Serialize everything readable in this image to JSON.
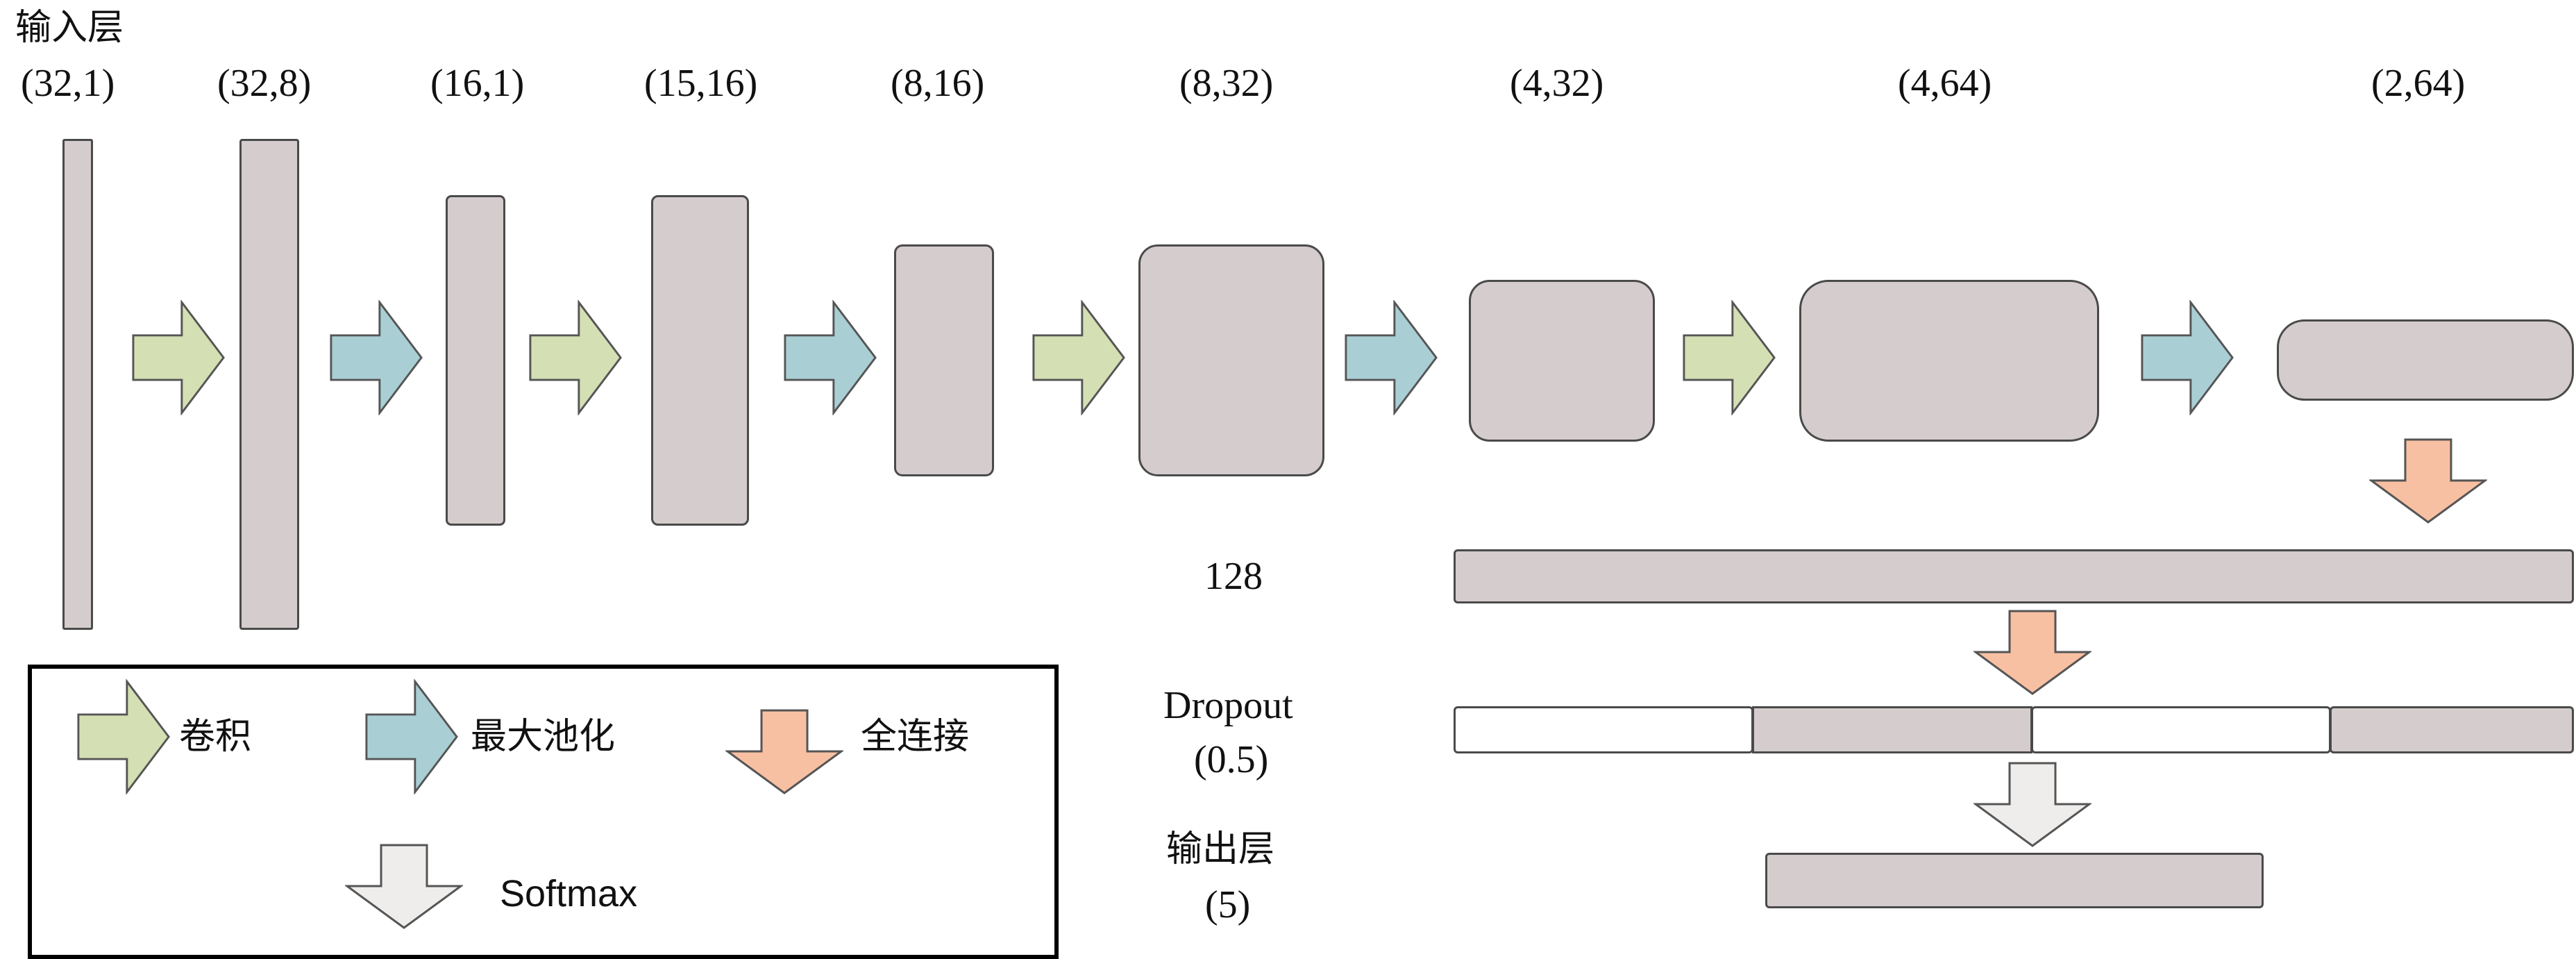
{
  "input_label": "输入层",
  "layer_shapes": [
    "(32,1)",
    "(32,8)",
    "(16,1)",
    "(15,16)",
    "(8,16)",
    "(8,32)",
    "(4,32)",
    "(4,64)",
    "(2,64)"
  ],
  "fc_label": "128",
  "dropout_label": "Dropout",
  "dropout_rate": "(0.5)",
  "output_label": "输出层",
  "output_size": "(5)",
  "legend": {
    "conv": "卷积",
    "maxpool": "最大池化",
    "fc": "全连接",
    "softmax": "Softmax"
  },
  "colors": {
    "conv": "#d4dfb4",
    "maxpool": "#a9cfd4",
    "fc": "#f8c0a2",
    "softmax": "#efedeb",
    "layer_fill": "#d5cdcd"
  },
  "icons": [
    "conv-arrow-icon",
    "maxpool-arrow-icon",
    "fc-arrow-icon",
    "softmax-arrow-icon"
  ]
}
